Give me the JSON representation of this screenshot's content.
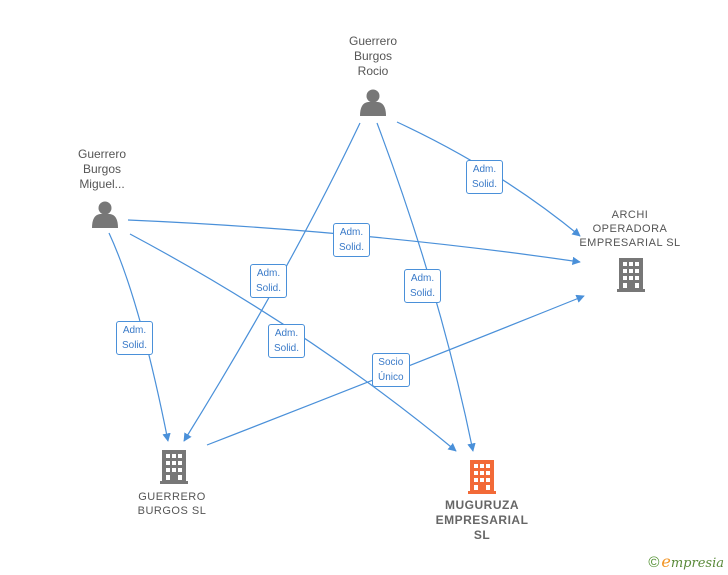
{
  "nodes": {
    "rocio": {
      "label": "Guerrero\nBurgos\nRocio",
      "icon": "person-icon"
    },
    "miguel": {
      "label": "Guerrero\nBurgos\nMiguel...",
      "icon": "person-icon"
    },
    "archi": {
      "label": "ARCHI\nOPERADORA\nEMPRESARIAL SL",
      "icon": "building-icon"
    },
    "guerrero_sl": {
      "label": "GUERRERO\nBURGOS  SL",
      "icon": "building-icon"
    },
    "muguruza": {
      "label": "MUGURUZA\nEMPRESARIAL\nSL",
      "icon": "building-icon"
    }
  },
  "edges": [
    {
      "from": "rocio",
      "to": "archi",
      "label": "Adm.\nSolid."
    },
    {
      "from": "miguel",
      "to": "archi",
      "label": "Adm.\nSolid."
    },
    {
      "from": "rocio",
      "to": "guerrero_sl",
      "label": "Adm.\nSolid."
    },
    {
      "from": "rocio",
      "to": "muguruza",
      "label": "Adm.\nSolid."
    },
    {
      "from": "miguel",
      "to": "guerrero_sl",
      "label": "Adm.\nSolid."
    },
    {
      "from": "miguel",
      "to": "muguruza",
      "label": "Adm.\nSolid."
    },
    {
      "from": "guerrero_sl",
      "to": "archi",
      "label": "Socio\nÚnico"
    }
  ],
  "colors": {
    "edge": "#4a90d9",
    "person": "#777777",
    "company": "#777777",
    "focus_company": "#f26a38"
  },
  "footer": {
    "copyright": "©",
    "brand_first": "e",
    "brand_rest": "mpresia"
  }
}
